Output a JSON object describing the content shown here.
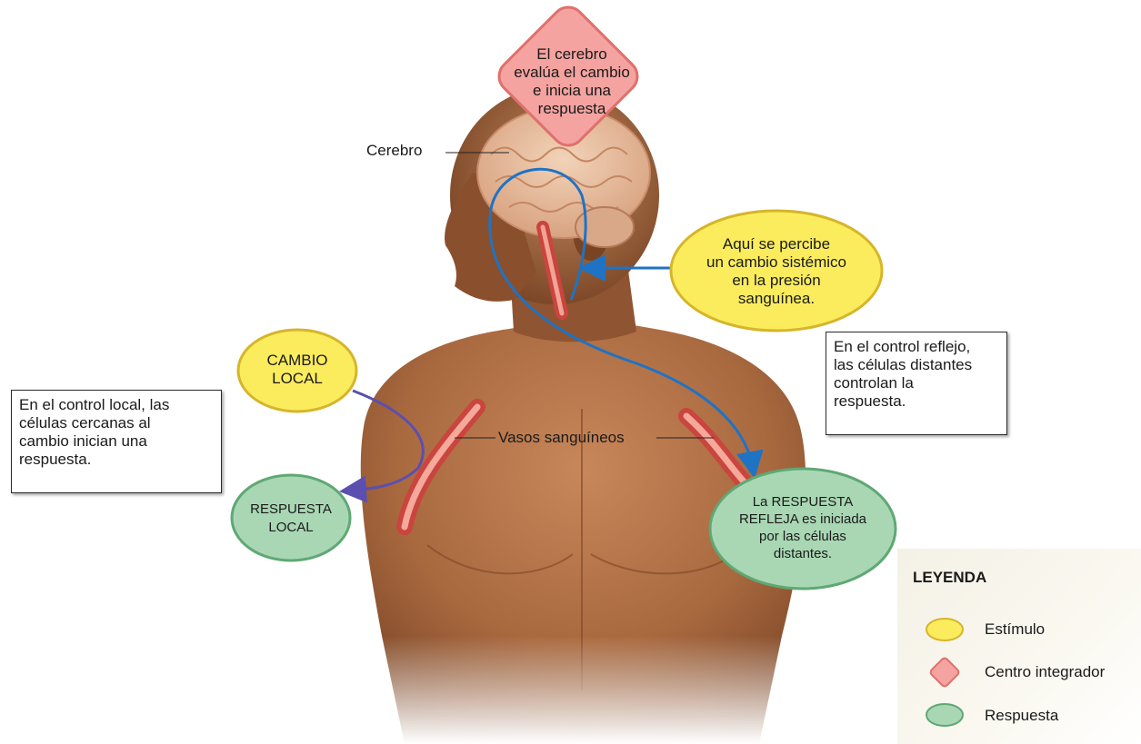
{
  "labels": {
    "cerebro": "Cerebro",
    "vasos": "Vasos sanguíneos"
  },
  "integrator": {
    "lines": [
      "El cerebro",
      "evalúa el cambio",
      "e inicia una",
      "respuesta"
    ]
  },
  "stimulus_systemic": {
    "lines": [
      "Aquí se percibe",
      "un cambio sistémico",
      "en la presión",
      "sanguínea."
    ]
  },
  "stimulus_local": {
    "lines": [
      "CAMBIO",
      "LOCAL"
    ]
  },
  "response_local": {
    "lines": [
      "RESPUESTA",
      "LOCAL"
    ]
  },
  "response_reflex": {
    "lines": [
      "La RESPUESTA",
      "REFLEJA es iniciada",
      "por las células",
      "distantes."
    ]
  },
  "note_local": {
    "lines": [
      "En el control local, las",
      "células cercanas al",
      "cambio inician una",
      "respuesta."
    ]
  },
  "note_reflex": {
    "lines": [
      "En el control reflejo,",
      "las células distantes",
      "controlan la",
      "respuesta."
    ]
  },
  "legend": {
    "title": "LEYENDA",
    "items": [
      {
        "shape": "oval",
        "label": "Estímulo",
        "color": "#fbec5d"
      },
      {
        "shape": "diamond",
        "label": "Centro integrador",
        "color": "#f4a3a0"
      },
      {
        "shape": "oval",
        "label": "Respuesta",
        "color": "#a9d7b4"
      }
    ]
  },
  "colors": {
    "stimulus": "#fbec5d",
    "stimulus_border": "#d6b52a",
    "integrator": "#f4a3a0",
    "integrator_border": "#e0706c",
    "response": "#a9d7b4",
    "response_border": "#5fa874",
    "reflex_path": "#1f73c4",
    "local_path": "#5b4fb0",
    "skin": "#b0714a",
    "vessel": "#d8554e"
  }
}
